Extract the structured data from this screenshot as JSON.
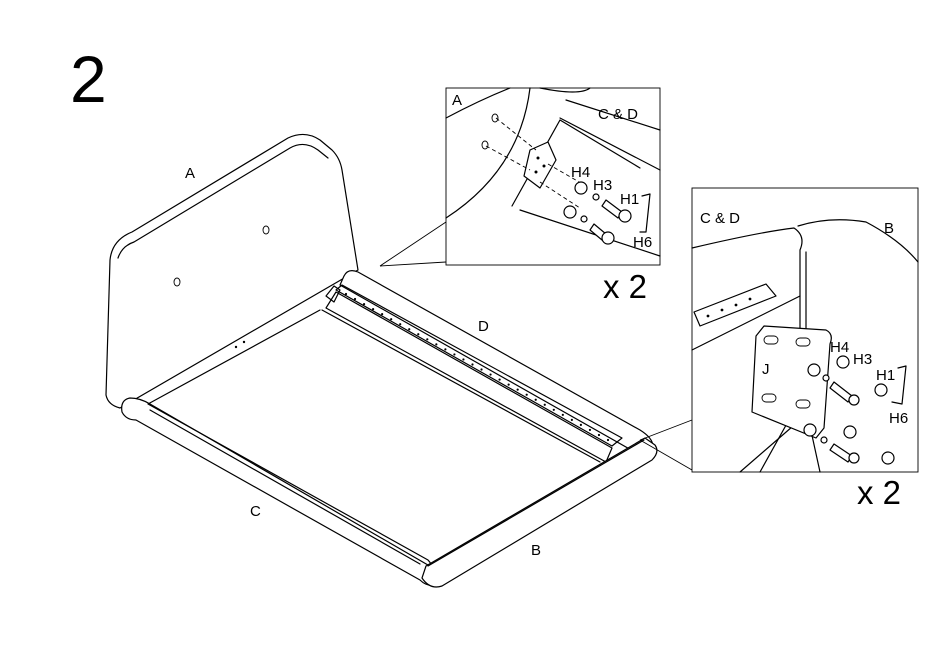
{
  "step": {
    "number": "2"
  },
  "parts": {
    "a": "A",
    "b": "B",
    "c": "C",
    "d": "D"
  },
  "detail1": {
    "label_a": "A",
    "label_cd": "C & D",
    "h4": "H4",
    "h3": "H3",
    "h1": "H1",
    "h6": "H6",
    "multiplier": "x 2"
  },
  "detail2": {
    "label_cd": "C & D",
    "label_b": "B",
    "label_j": "J",
    "h4": "H4",
    "h3": "H3",
    "h1": "H1",
    "h6": "H6",
    "multiplier": "x 2"
  }
}
